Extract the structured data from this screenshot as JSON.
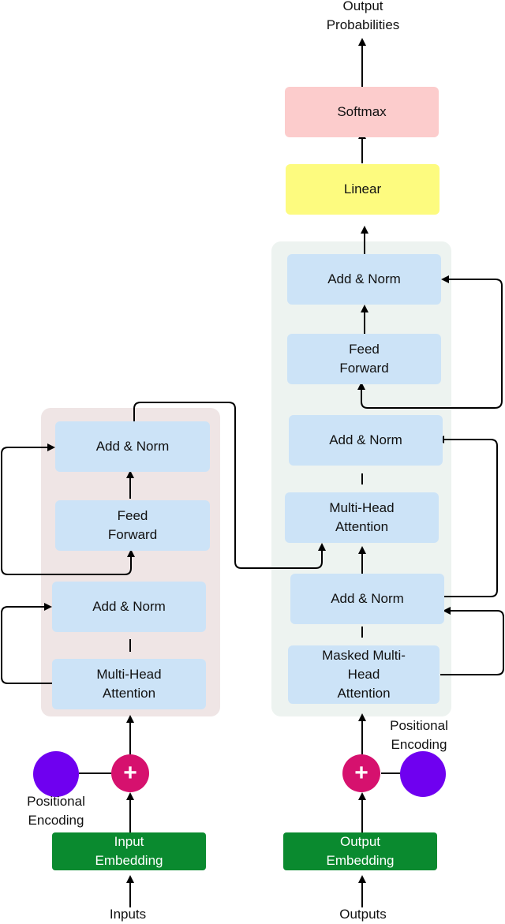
{
  "colors": {
    "encoder_stack_bg": "#efe5e5",
    "decoder_stack_bg": "#edf3f0",
    "sublayer_block": "#cce3f7",
    "embedding_block": "#0a8a2f",
    "linear_block": "#fdfb7f",
    "softmax_block": "#fccccc",
    "add_circle": "#d6116e",
    "positional_encoding_circle": "#6f00f0"
  },
  "output": {
    "line1": "Output",
    "line2": "Probabilities"
  },
  "softmax": "Softmax",
  "linear": "Linear",
  "decoder": {
    "add_norm_top": "Add & Norm",
    "feed_forward": {
      "line1": "Feed",
      "line2": "Forward"
    },
    "add_norm_mid": "Add & Norm",
    "multi_head": {
      "line1": "Multi-Head",
      "line2": "Attention"
    },
    "add_norm_low": "Add & Norm",
    "masked": {
      "line1": "Masked Multi-",
      "line2": "Head",
      "line3": "Attention"
    }
  },
  "encoder": {
    "add_norm_top": "Add & Norm",
    "feed_forward": {
      "line1": "Feed",
      "line2": "Forward"
    },
    "add_norm_low": "Add & Norm",
    "multi_head": {
      "line1": "Multi-Head",
      "line2": "Attention"
    }
  },
  "add_symbol": "+",
  "pos_enc_left": {
    "line1": "Positional",
    "line2": "Encoding"
  },
  "pos_enc_right": {
    "line1": "Positional",
    "line2": "Encoding"
  },
  "input_embedding": {
    "line1": "Input",
    "line2": "Embedding"
  },
  "output_embedding": {
    "line1": "Output",
    "line2": "Embedding"
  },
  "inputs": "Inputs",
  "outputs": "Outputs"
}
